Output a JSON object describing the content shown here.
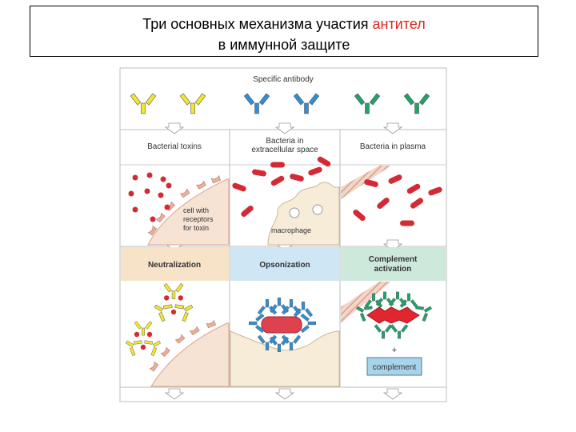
{
  "title": {
    "line1_prefix": "Три основных механизма участия ",
    "line1_highlight": "антител",
    "line2": "в иммунной защите",
    "highlight_color": "#e0261f"
  },
  "diagram": {
    "header": "Specific antibody",
    "columns": [
      {
        "top_label": [
          "Bacterial toxins"
        ],
        "mechanism": [
          "Neutralization"
        ],
        "annotation": [
          "cell with",
          "receptors",
          "for toxin"
        ],
        "antibody_color": "#f2e62e"
      },
      {
        "top_label": [
          "Bacteria in",
          "extracellular space"
        ],
        "mechanism": [
          "Opsonization"
        ],
        "annotation": [
          "macrophage"
        ],
        "antibody_color": "#2f8fd6"
      },
      {
        "top_label": [
          "Bacteria in plasma"
        ],
        "mechanism": [
          "Complement",
          "activation"
        ],
        "annotation": [
          "+",
          "complement"
        ],
        "antibody_color": "#1fa36a"
      }
    ],
    "colors": {
      "bacteria": "#d42a35",
      "cell": "#f6e3d4",
      "cell_edge": "#d9a58f",
      "receptor": "#e8b09a",
      "band_neutralization": "#f6e3c8",
      "band_opsonization": "#cfe6f5",
      "band_complement": "#cde9dc",
      "complement_box": "#a9d3ea"
    }
  }
}
